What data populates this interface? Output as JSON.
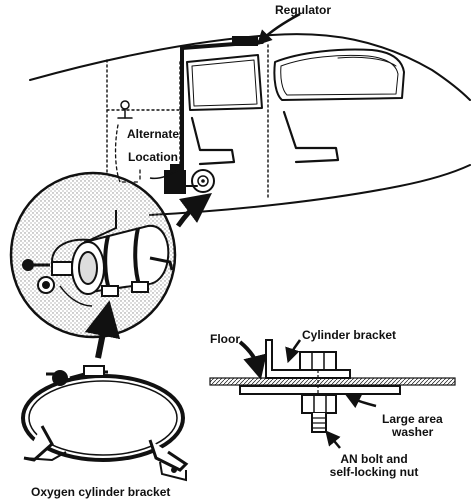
{
  "labels": {
    "regulator": "Regulator",
    "alternate_line1": "Alternate",
    "alternate_line2": "Location",
    "floor": "Floor",
    "cylinder_bracket": "Cylinder bracket",
    "large_area_line1": "Large area",
    "large_area_line2": "washer",
    "an_bolt_line1": "AN bolt and",
    "an_bolt_line2": "self-locking nut",
    "oxygen_bracket": "Oxygen cylinder bracket"
  },
  "colors": {
    "ink": "#111111",
    "paper": "#ffffff",
    "stipple": "#9a9a9a"
  }
}
